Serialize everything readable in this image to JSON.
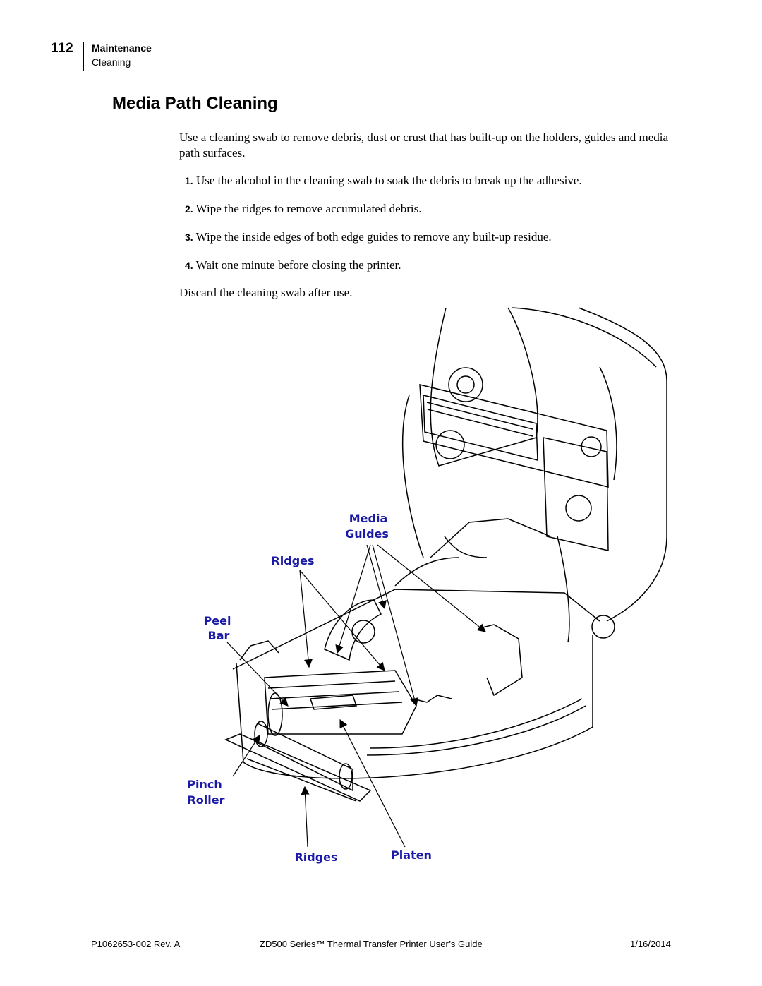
{
  "header": {
    "page_number": "112",
    "chapter": "Maintenance",
    "section": "Cleaning"
  },
  "title": "Media Path Cleaning",
  "intro": "Use a cleaning swab to remove debris, dust or crust that has built-up on the holders, guides and media path surfaces.",
  "steps": [
    {
      "num": "1.",
      "text": "Use the alcohol in the cleaning swab to soak the debris to break up the adhesive."
    },
    {
      "num": "2.",
      "text": "Wipe the ridges to remove accumulated debris."
    },
    {
      "num": "3.",
      "text": "Wipe the inside edges of both edge guides to remove any built-up residue."
    },
    {
      "num": "4.",
      "text": "Wait one minute before closing the printer."
    }
  ],
  "closing": "Discard the cleaning swab after use.",
  "figure": {
    "callouts": {
      "media_guides_1": "Media",
      "media_guides_2": "Guides",
      "ridges_top": "Ridges",
      "peel_bar_1": "Peel",
      "peel_bar_2": "Bar",
      "pinch_roller_1": "Pinch",
      "pinch_roller_2": "Roller",
      "ridges_bottom": "Ridges",
      "platen": "Platen"
    },
    "callout_color": "#1a1aa6"
  },
  "footer": {
    "doc_number": "P1062653-002 Rev. A",
    "guide_title": "ZD500 Series™ Thermal Transfer Printer User’s Guide",
    "date": "1/16/2014"
  }
}
